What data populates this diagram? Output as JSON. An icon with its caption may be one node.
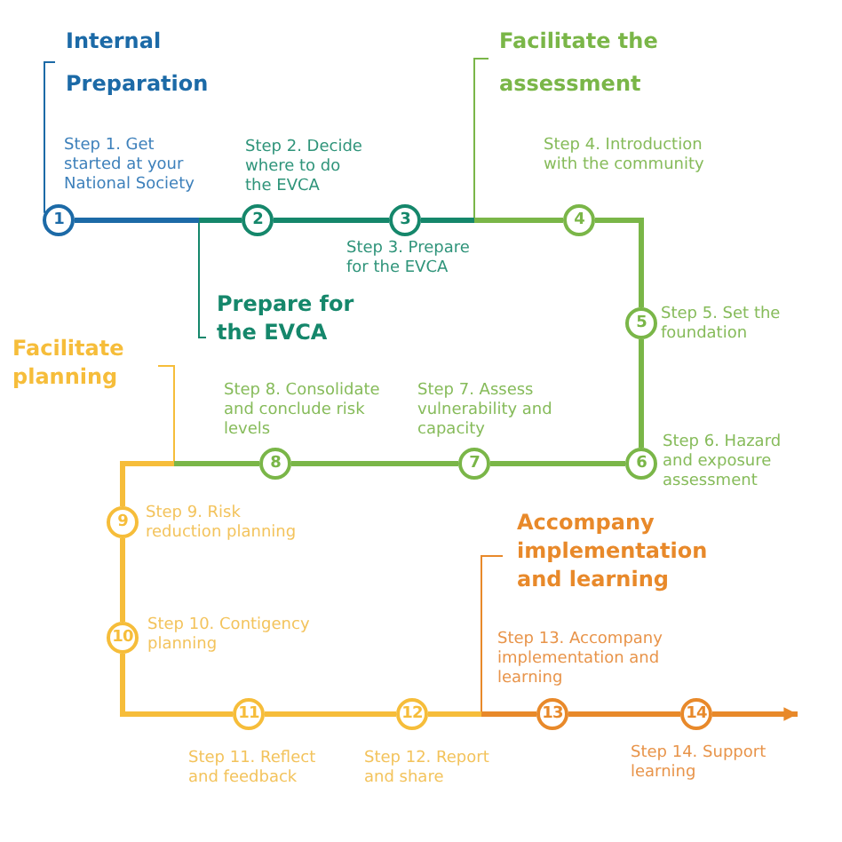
{
  "diagram": {
    "nodes": [
      {
        "text": [
          "1"
        ],
        "beside": [
          "Step 1. Get started at your National Society"
        ]
      },
      {
        "text": [
          "2"
        ],
        "beside": [
          "Step 2. Decide where to do the EVCA"
        ]
      },
      {
        "text": [
          "3"
        ],
        "beside": [
          "Step 3. Prepare for the EVCA"
        ]
      },
      {
        "text": [
          "4"
        ],
        "beside": [
          "Step 4. Introduction with the community"
        ]
      },
      {
        "text": [
          "5"
        ],
        "beside": [
          "Step 5. Set the foundation"
        ]
      },
      {
        "text": [
          "6"
        ],
        "beside": [
          "Step 6. Hazard and exposure assessment"
        ]
      },
      {
        "text": [
          "7"
        ],
        "beside": [
          "Step 7. Assess vulnerability and capacity"
        ]
      },
      {
        "text": [
          "8"
        ],
        "beside": [
          "Step 8. Consolidate and conclude risk levels"
        ]
      },
      {
        "text": [
          "9"
        ],
        "beside": [
          "Step 9. Risk reduction planning"
        ]
      },
      {
        "text": [
          "10"
        ],
        "beside": [
          "Step 10. Contigency planning"
        ]
      },
      {
        "text": [
          "11"
        ],
        "beside": [
          "Step 11. Reflect and feedback"
        ]
      },
      {
        "text": [
          "12"
        ],
        "beside": [
          "Step 12. Report and share"
        ]
      },
      {
        "text": [
          "13"
        ],
        "beside": [
          "Step 13. Accompany implementation and learning"
        ]
      },
      {
        "text": [
          "14"
        ],
        "beside": [
          "Step 14. Support learning"
        ]
      },
      {
        "text": [
          "Internal Preparation"
        ]
      },
      {
        "text": [
          "Facilitate the assessment"
        ]
      },
      {
        "text": [
          "Prepare for the EVCA"
        ]
      },
      {
        "text": [
          "Facilitate planning"
        ]
      },
      {
        "text": [
          "Accompany implementation and learning"
        ]
      }
    ],
    "edges": [
      {
        "from": 0,
        "to": 1,
        "arrow": "none",
        "color": "#1c6aa7"
      },
      {
        "from": 1,
        "to": 2,
        "arrow": "none",
        "color": "#15876b"
      },
      {
        "from": 2,
        "to": 3,
        "arrow": "none",
        "color": "#15876b"
      },
      {
        "from": 3,
        "to": 4,
        "arrow": "none",
        "color": "#7ab648"
      },
      {
        "from": 4,
        "to": 5,
        "arrow": "none",
        "color": "#7ab648"
      },
      {
        "from": 5,
        "to": 6,
        "arrow": "none",
        "color": "#7ab648"
      },
      {
        "from": 6,
        "to": 7,
        "arrow": "none",
        "color": "#7ab648"
      },
      {
        "from": 7,
        "to": 8,
        "arrow": "none",
        "color": "#7ab648"
      },
      {
        "from": 8,
        "to": 9,
        "arrow": "none",
        "color": "#f6bd3a"
      },
      {
        "from": 9,
        "to": 10,
        "arrow": "none",
        "color": "#f6bd3a"
      },
      {
        "from": 10,
        "to": 11,
        "arrow": "none",
        "color": "#f6bd3a"
      },
      {
        "from": 11,
        "to": 12,
        "arrow": "none",
        "color": "#f6bd3a"
      },
      {
        "from": 12,
        "to": 13,
        "arrow": "none",
        "color": "#e8892a"
      },
      {
        "from": 13,
        "to": null,
        "arrow": "to",
        "color": "#e8892a"
      },
      {
        "from": 14,
        "to": 0,
        "arrow": "none",
        "color": "#1c6aa7"
      },
      {
        "from": 15,
        "to": null,
        "arrow": "none",
        "color": "#7ab648"
      },
      {
        "from": 16,
        "to": null,
        "arrow": "none",
        "color": "#15876b"
      },
      {
        "from": 17,
        "to": null,
        "arrow": "none",
        "color": "#f6bd3a"
      },
      {
        "from": 18,
        "to": null,
        "arrow": "none",
        "color": "#e8892a"
      }
    ]
  }
}
